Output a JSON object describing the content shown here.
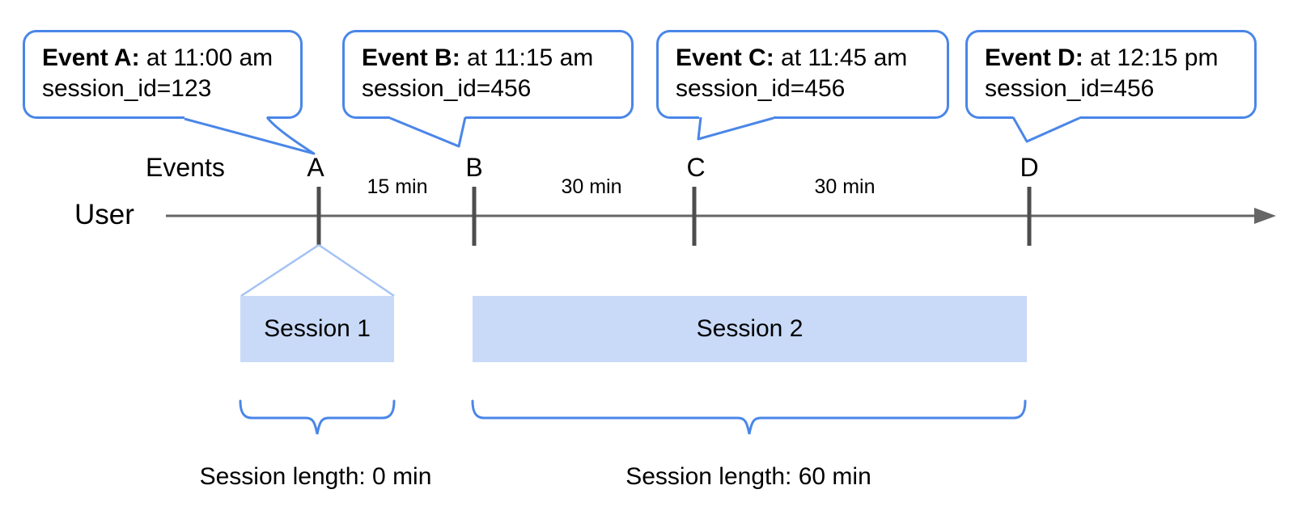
{
  "diagram": {
    "colors": {
      "callout_border_blue": "#4a86e8",
      "brace_blue": "#4a86e8",
      "funnel_light_blue": "#a4c2f4",
      "session_fill_blue": "#c9daf8",
      "timeline_gray": "#666666",
      "tick_gray": "#4d4d4d",
      "text_black": "#000000"
    },
    "callouts": [
      {
        "title": "Event A:",
        "time_text": "at 11:00 am",
        "session_text": "session_id=123"
      },
      {
        "title": "Event B:",
        "time_text": "at 11:15 am",
        "session_text": "session_id=456"
      },
      {
        "title": "Event C:",
        "time_text": "at 11:45 am",
        "session_text": "session_id=456"
      },
      {
        "title": "Event D:",
        "time_text": "at 12:15 pm",
        "session_text": "session_id=456"
      }
    ],
    "timeline": {
      "events_label": "Events",
      "user_label": "User",
      "event_letters": [
        "A",
        "B",
        "C",
        "D"
      ],
      "intervals": [
        "15 min",
        "30 min",
        "30 min"
      ]
    },
    "sessions": [
      {
        "label": "Session 1",
        "length_label": "Session length: 0 min"
      },
      {
        "label": "Session 2",
        "length_label": "Session length: 60 min"
      }
    ]
  }
}
